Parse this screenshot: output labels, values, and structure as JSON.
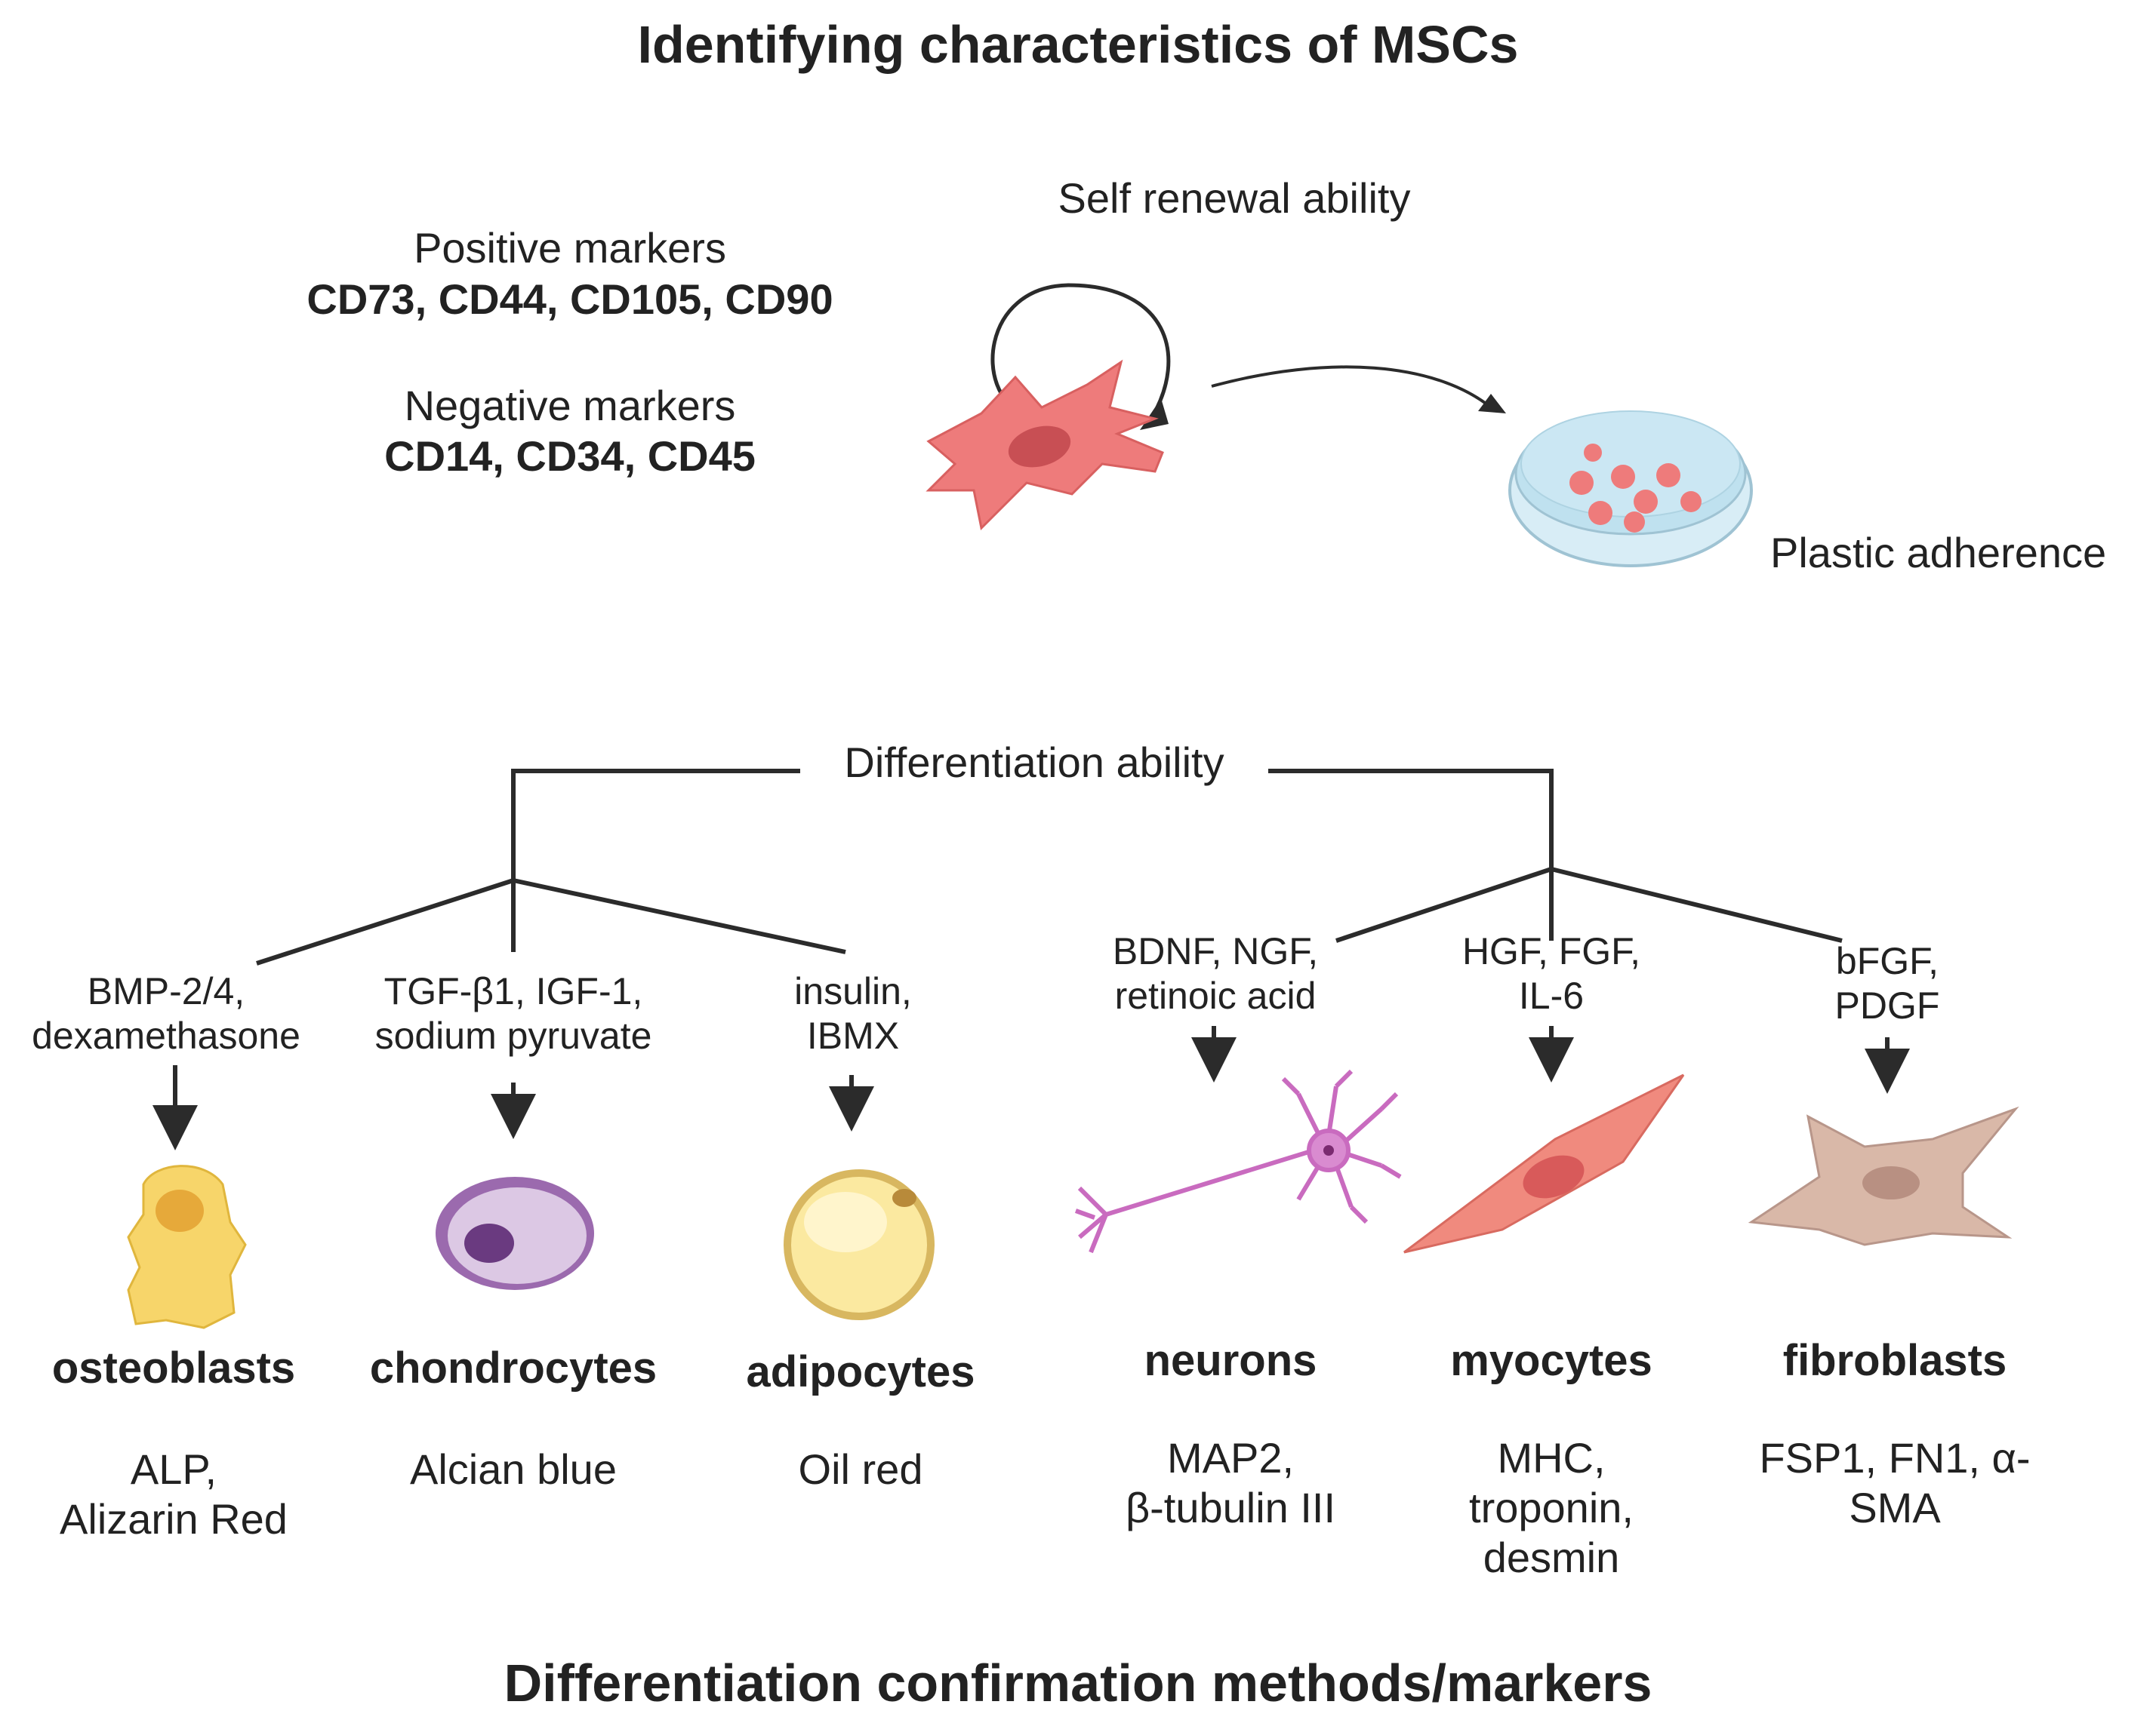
{
  "title": "Identifying characteristics of MSCs",
  "markers": {
    "positive_label": "Positive markers",
    "positive_values": "CD73, CD44, CD105, CD90",
    "negative_label": "Negative markers",
    "negative_values": "CD14, CD34, CD45"
  },
  "self_renewal": "Self renewal ability",
  "plastic_adherence": "Plastic adherence",
  "differentiation": "Differentiation ability",
  "bottom_title": "Differentiation confirmation methods/markers",
  "lineages": [
    {
      "factors_1": "BMP-2/4,",
      "factors_2": "dexamethasone",
      "cell": "osteoblasts",
      "markers_1": "ALP,",
      "markers_2": "Alizarin Red",
      "markers_3": ""
    },
    {
      "factors_1": "TGF-β1, IGF-1,",
      "factors_2": "sodium pyruvate",
      "cell": "chondrocytes",
      "markers_1": "Alcian blue",
      "markers_2": "",
      "markers_3": ""
    },
    {
      "factors_1": "insulin,",
      "factors_2": "IBMX",
      "cell": "adipocytes",
      "markers_1": "Oil red",
      "markers_2": "",
      "markers_3": ""
    },
    {
      "factors_1": "BDNF, NGF,",
      "factors_2": "retinoic acid",
      "cell": "neurons",
      "markers_1": "MAP2,",
      "markers_2": "β-tubulin III",
      "markers_3": ""
    },
    {
      "factors_1": "HGF, FGF,",
      "factors_2": "IL-6",
      "cell": "myocytes",
      "markers_1": "MHC,",
      "markers_2": "troponin,",
      "markers_3": "desmin"
    },
    {
      "factors_1": "bFGF,",
      "factors_2": "PDGF",
      "cell": "fibroblasts",
      "markers_1": "FSP1, FN1, α-",
      "markers_2": "SMA",
      "markers_3": ""
    }
  ],
  "colors": {
    "msc": "#ee7b7b",
    "osteoblast": "#f7d56a",
    "chondrocyte": "#c9a8d6",
    "adipocyte": "#fbe9a0",
    "neuron": "#d98bd0",
    "myocyte": "#f08a7e",
    "fibroblast": "#d9b8a8",
    "dish": "#bfe1ef",
    "line": "#2b2b2b"
  },
  "icons": [
    "msc-cell-icon",
    "self-renewal-arrow-icon",
    "petri-dish-icon",
    "osteoblast-icon",
    "chondrocyte-icon",
    "adipocyte-icon",
    "neuron-icon",
    "myocyte-icon",
    "fibroblast-icon"
  ]
}
